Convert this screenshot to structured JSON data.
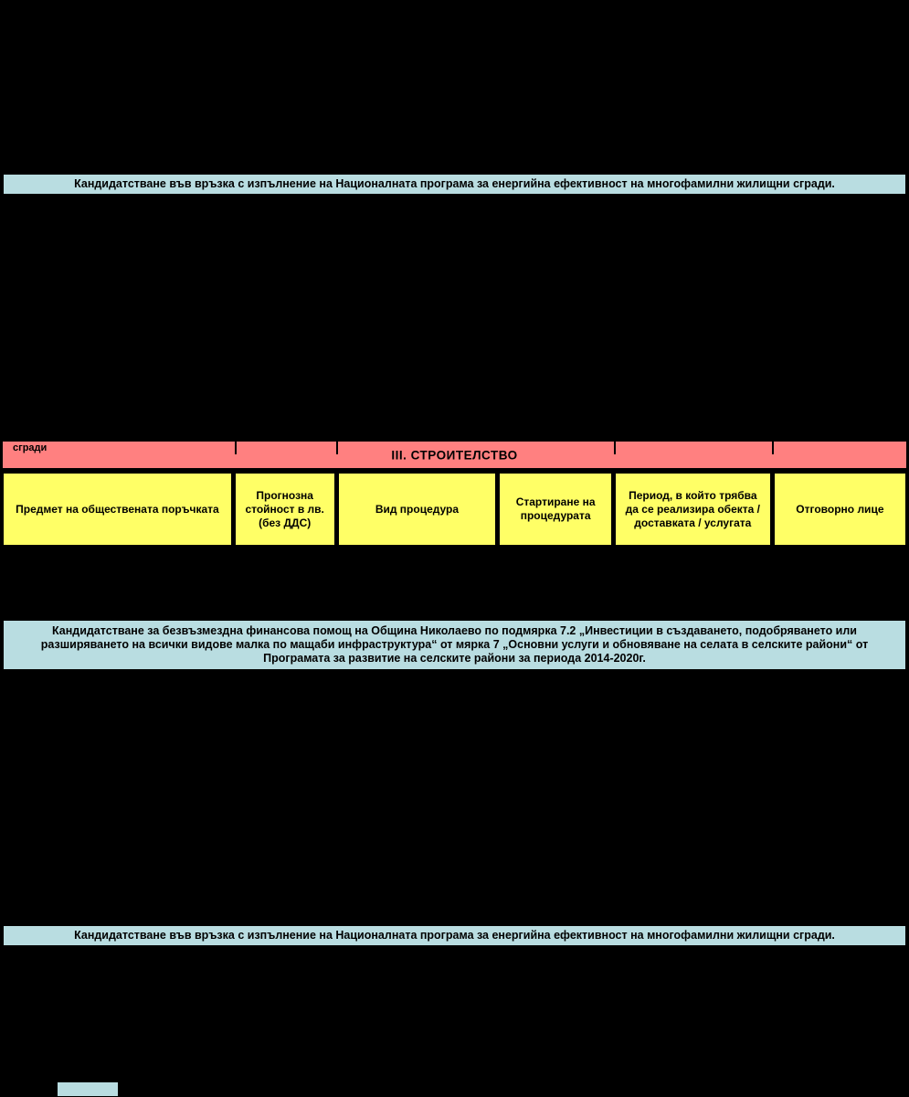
{
  "banners": {
    "top": "Кандидатстване във връзка с изпълнение на Националната програма за енергийна ефективност на многофамилни жилищни сгради.",
    "middle": "Кандидатстване за безвъзмездна финансова помощ на Община Николаево по подмярка 7.2 „Инвестиции в създаването, подобряването или разширяването на всички видове малка по мащаби инфраструктура“ от мярка 7 „Основни услуги и обновяване на селата в селските райони“ от Програмата за развитие на селските райони за периода 2014-2020г.",
    "bottom": "Кандидатстване във връзка с изпълнение на Националната програма за енергийна ефективност на многофамилни жилищни сгради."
  },
  "section": {
    "wrapped_fragment": "сгради",
    "title": "III. СТРОИТЕЛСТВО"
  },
  "table": {
    "headers": [
      "Предмет на обществената поръчката",
      "Прогнозна стойност в лв. (без ДДС)",
      "Вид процедура",
      "Стартиране на процедурата",
      "Период, в който трябва да се реализира обекта / доставката / услугата",
      "Отговорно лице"
    ]
  },
  "colors": {
    "banner": "#b9dde1",
    "section": "#ff8080",
    "header": "#ffff66",
    "background": "#000000"
  }
}
